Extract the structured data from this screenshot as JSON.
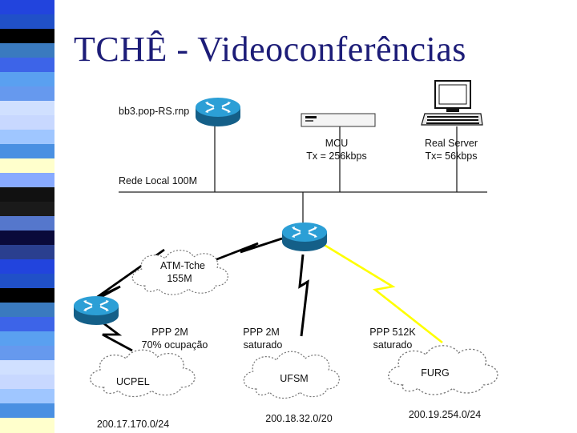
{
  "title": "TCHÊ - Videoconferências",
  "colors": {
    "title": "#1d1d78",
    "link_ptp": "#ffff00",
    "router": "#1f8bbf"
  },
  "decor_strip_colors": [
    "#2244dd",
    "#5aa0f0",
    "#111111",
    "#3a7abf",
    "#c8d8ff",
    "#0a0a3a",
    "#6699ee",
    "#ffffcc",
    "#2050c8",
    "#9fc6ff",
    "#1a1a1a",
    "#3d64e8",
    "#88aaff",
    "#2a3f8f",
    "#d0e0ff",
    "#5577cc",
    "#000000",
    "#4a90e2"
  ],
  "nodes": {
    "router_top": "bb3.pop-RS.rnp",
    "lan": "Rede Local 100M",
    "mcu_name": "MCU",
    "mcu_rate": "Tx = 256kbps",
    "server_name": "Real Server",
    "server_rate": "Tx= 56kbps",
    "atm_name": "ATM-Tche",
    "atm_rate": "155M",
    "ucpel_link": "PPP 2M",
    "ucpel_link_note": "70% ocupação",
    "ufsm_link": "PPP 2M",
    "ufsm_link_note": "saturado",
    "furg_link": "PPP 512K",
    "furg_link_note": "saturado",
    "ucpel_name": "UCPEL",
    "ucpel_net": "200.17.170.0/24",
    "ufsm_name": "UFSM",
    "ufsm_net": "200.18.32.0/20",
    "furg_name": "FURG",
    "furg_net": "200.19.254.0/24"
  }
}
